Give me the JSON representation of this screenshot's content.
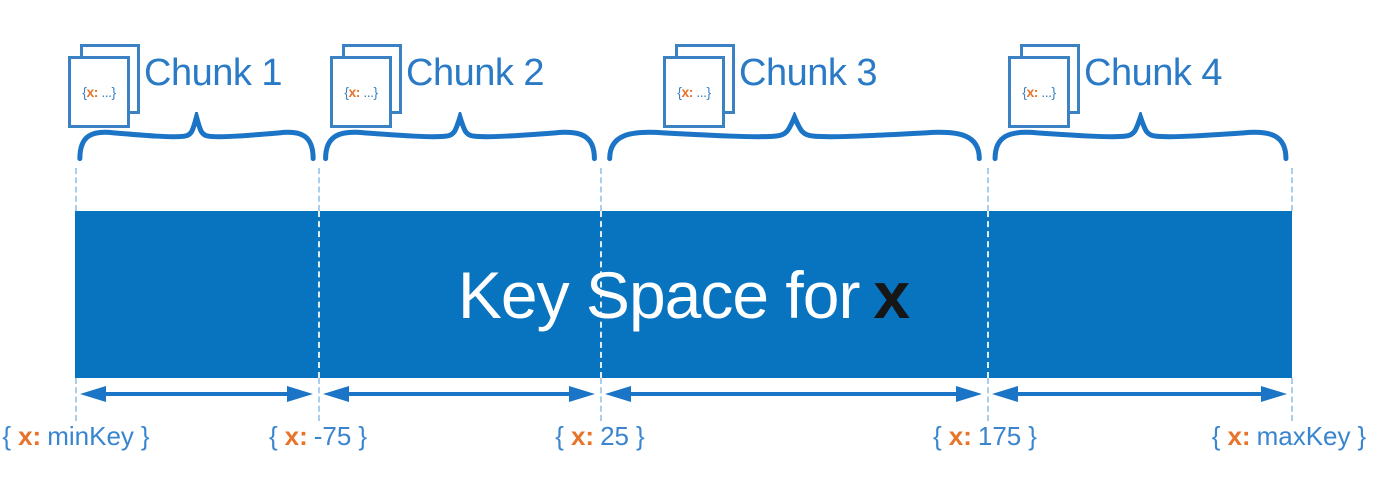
{
  "title": {
    "prefix": "Key Space for",
    "key": "x"
  },
  "doc_icon": {
    "open": "{",
    "field": "x:",
    "rest": "...}"
  },
  "chunks": [
    {
      "label": "Chunk 1"
    },
    {
      "label": "Chunk 2"
    },
    {
      "label": "Chunk 3"
    },
    {
      "label": "Chunk 4"
    }
  ],
  "boundaries": [
    {
      "open": "{",
      "field": "x:",
      "value": "minKey",
      "close": "}"
    },
    {
      "open": "{",
      "field": "x:",
      "value": "-75",
      "close": "}"
    },
    {
      "open": "{",
      "field": "x:",
      "value": "25",
      "close": "}"
    },
    {
      "open": "{",
      "field": "x:",
      "value": "175",
      "close": "}"
    },
    {
      "open": "{",
      "field": "x:",
      "value": "maxKey",
      "close": "}"
    }
  ],
  "colors": {
    "bar_blue": "#0873bf",
    "stroke_blue": "#1b74c5",
    "label_blue": "#3a85cf",
    "chunk_label_blue": "#2a7ac6",
    "orange": "#e8732a",
    "dash_light_blue": "#aacfee",
    "key_black": "#161616"
  }
}
